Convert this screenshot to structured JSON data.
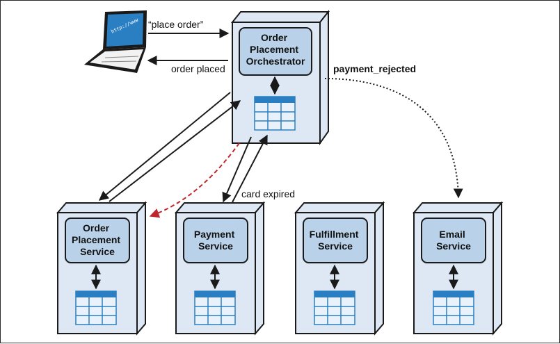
{
  "orchestrator": {
    "title_lines": [
      "Order",
      "Placement",
      "Orchestrator"
    ]
  },
  "services": [
    {
      "key": "order-placement",
      "title_lines": [
        "Order",
        "Placement",
        "Service"
      ]
    },
    {
      "key": "payment",
      "title_lines": [
        "Payment",
        "Service"
      ]
    },
    {
      "key": "fulfillment",
      "title_lines": [
        "Fulfillment",
        "Service"
      ]
    },
    {
      "key": "email",
      "title_lines": [
        "Email",
        "Service"
      ]
    }
  ],
  "client": {
    "screen_text": "http://www"
  },
  "edges": {
    "place_order": "“place order”",
    "order_placed": "order placed",
    "payment_rejected": "payment_rejected",
    "card_expired": "card expired"
  },
  "colors": {
    "box_fill": "#dde8f4",
    "card_fill": "#b9d2ea",
    "table_header": "#2a7fc2",
    "table_cell": "#e9f2fb",
    "dashed_red": "#c0272d",
    "stroke": "#1a1a1a"
  }
}
